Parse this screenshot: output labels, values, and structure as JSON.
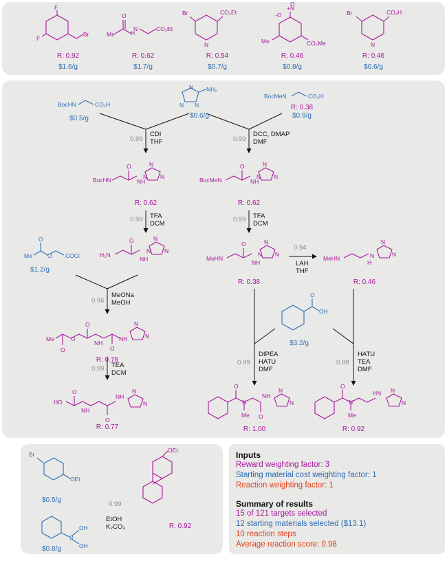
{
  "top_row": [
    {
      "label_r": "R: 0.92",
      "label_cost": "$1.6/g"
    },
    {
      "label_r": "R: 0.62",
      "label_cost": "$1.7/g"
    },
    {
      "label_r": "R: 0.54",
      "label_cost": "$0.7/g"
    },
    {
      "label_r": "R: 0.46",
      "label_cost": "$0.8/g"
    },
    {
      "label_r": "R: 0.46",
      "label_cost": "$0.6/g"
    }
  ],
  "main": {
    "sm_boc_gly_cost": "$0.5/g",
    "sm_triazole_cost": "$0.6/g",
    "sm_bocsar_r": "R: 0.38",
    "sm_bocsar_cost": "$0.9/g",
    "sm_acetoxy_cost": "$1.2/g",
    "sm_cyhex_cost": "$3.2/g",
    "p1_r": "R: 0.62",
    "p2_r": "R: 0.62",
    "p3_r": "R: 0.38",
    "p4_r": "R: 0.46",
    "p5_r": "R: 0.76",
    "p6_r": "R: 0.77",
    "p7_r": "R: 1.00",
    "p8_r": "R: 0.92",
    "rxn": [
      {
        "prob": "0.99",
        "cond": "CDI\nTHF"
      },
      {
        "prob": "0.99",
        "cond": "DCC, DMAP\nDMF"
      },
      {
        "prob": "0.99",
        "cond": "TFA\nDCM"
      },
      {
        "prob": "0.99",
        "cond": "TFA\nDCM"
      },
      {
        "prob": "0.94",
        "cond": "LAH\nTHF"
      },
      {
        "prob": "0.96",
        "cond": "MeONa\nMeOH"
      },
      {
        "prob": "0.99",
        "cond": "TEA\nDCM"
      },
      {
        "prob": "0.99",
        "cond": "DIPEA\nHATU\nDMF"
      },
      {
        "prob": "0.88",
        "cond": "HATU\nTEA\nDMF"
      }
    ]
  },
  "suzuki": {
    "sm1_cost": "$0.5/g",
    "sm2_cost": "$0.8/g",
    "prob": "0.99",
    "cond": "EtOH\nK₂CO₃",
    "product_r": "R: 0.92"
  },
  "atoms": {
    "F": "F",
    "Br": "Br",
    "O": "O",
    "N": "N",
    "H": "H",
    "B": "B",
    "OH": "OH",
    "Me": "Me",
    "NH": "NH",
    "NH2": "NH₂",
    "H2N": "H₂N",
    "OEt": "OEt",
    "CO2Et": "CO₂Et",
    "CO2Me": "CO₂Me",
    "CO2H": "CO₂H",
    "COCl": "COCl",
    "NO2": "+N",
    "Ominus": "-O",
    "BocHN": "BocHN",
    "BocMeN": "BocMeN",
    "MeHN": "MeHN",
    "HO": "HO",
    "HN": "HN"
  },
  "summary": {
    "inputs_title": "Inputs",
    "reward_factor": "Reward weighting factor: 3",
    "cost_factor": "Starting material cost weighting factor: 1",
    "reaction_factor": "Reaction weighting factor: 1",
    "results_title": "Summary of results",
    "targets": "15 of 121 targets selected",
    "starting_materials": "12 starting materials selected ($13.1)",
    "steps": "10 reaction steps",
    "avg_score": "Average reaction score: 0.98"
  },
  "colors": {
    "target": "#a8169e",
    "starting_material": "#2e6db5",
    "reaction": "#e2401c",
    "panel": "#e9e9e7"
  }
}
